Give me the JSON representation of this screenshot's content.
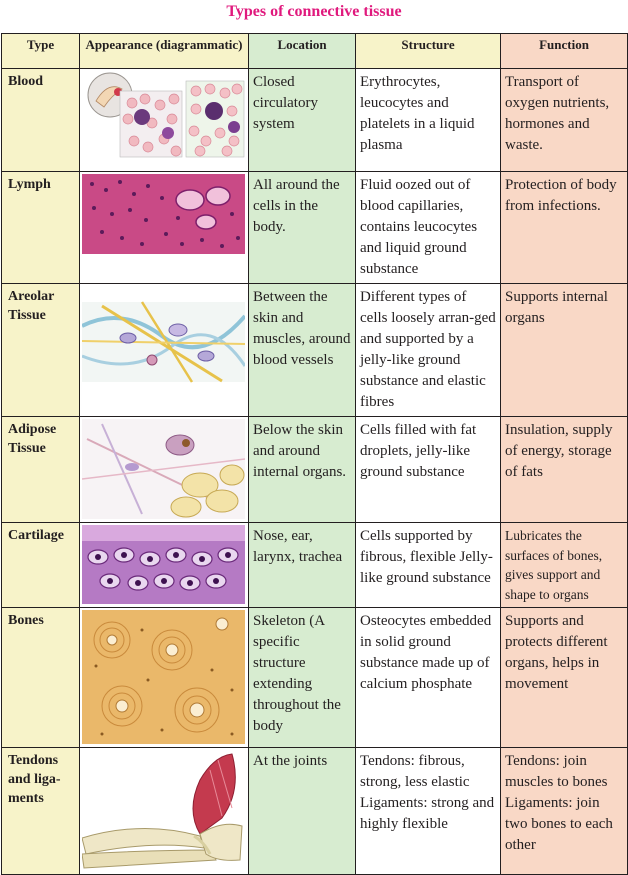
{
  "title": "Types of connective tissue",
  "headers": {
    "type": "Type",
    "appearance": "Appearance (diagrammatic)",
    "location": "Location",
    "structure": "Structure",
    "function": "Function"
  },
  "rows": [
    {
      "type": "Blood",
      "location": "Closed circulatory system",
      "structure": "Erythrocytes, leucocytes and platelets in a liquid plasma",
      "function": "Transport of oxygen nutrients, hormones and waste."
    },
    {
      "type": "Lymph",
      "location": "All around the cells in the body.",
      "structure": "Fluid oozed out of blood capillaries, contains leucocytes and liquid ground substance",
      "function": "Protection of body from infections."
    },
    {
      "type": "Areolar Tissue",
      "location": "Between the skin and muscles, around blood vessels",
      "structure": "Different types of cells loosely arran-ged and supported by a jelly-like ground substance and elastic fibres",
      "function": "Supports internal organs"
    },
    {
      "type": "Adipose Tissue",
      "location": "Below the skin and around internal organs.",
      "structure": "Cells filled with fat droplets, jelly-like ground substance",
      "function": "Insulation, supply of energy, storage of fats"
    },
    {
      "type": "Cartilage",
      "location": "Nose, ear, larynx, trachea",
      "structure": "Cells supported by fibrous, flexible Jelly-like ground substance",
      "function": "Lubricates the surfaces of bones, gives support and shape to organs"
    },
    {
      "type": "Bones",
      "location": "Skeleton (A specific structure extending throughout the body",
      "structure": "Osteocytes embedded in solid ground substance made up of calcium phosphate",
      "function": "Supports and protects different organs, helps in movement"
    },
    {
      "type": "Tendons and liga-ments",
      "location": "At the joints",
      "structure": "Tendons: fibrous, strong, less elastic Ligaments: strong and highly flexible",
      "function": "Tendons: join muscles to bones Ligaments: join two bones to each other"
    }
  ],
  "colors": {
    "title": "#e0197d",
    "type_column": "#f7f3c9",
    "location_column": "#d7ecd0",
    "function_column": "#f9d8c6"
  }
}
